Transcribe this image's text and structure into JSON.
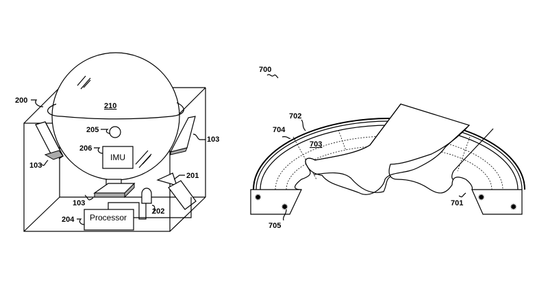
{
  "figure_left": {
    "labels": {
      "device": "200",
      "sphere": "210",
      "camera": "205",
      "imu_ref": "206",
      "imu_box": "IMU",
      "actuator_left": "103",
      "actuator_right": "103",
      "actuator_bottom": "103",
      "projector": "201",
      "sensor": "202",
      "processor_ref": "204",
      "processor_box": "Processor"
    }
  },
  "figure_right": {
    "labels": {
      "figure": "700",
      "outer_rim": "702",
      "inner_rim": "704",
      "surface": "703",
      "foot": "701",
      "light_base": "705"
    }
  }
}
